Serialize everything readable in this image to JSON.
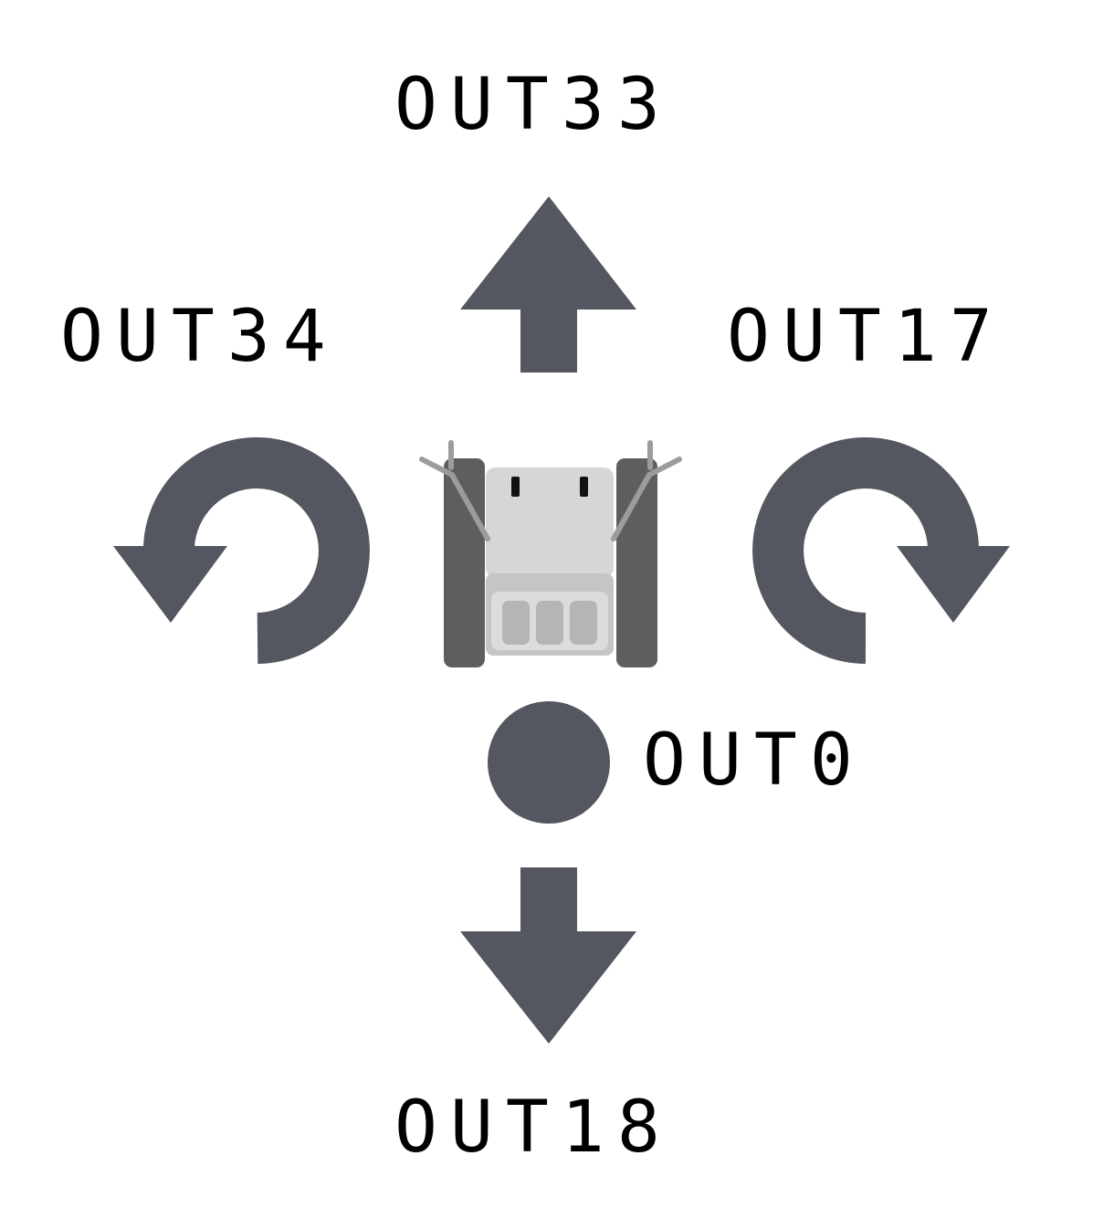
{
  "labels": {
    "forward": "OUT33",
    "turn_left": "OUT34",
    "turn_right": "OUT17",
    "stop": "OUT0",
    "backward": "OUT18"
  },
  "colors": {
    "arrow_fill": "#545760",
    "label_text": "#000000",
    "robot_track": "#5e5e5e",
    "robot_body": "#d6d6d6",
    "robot_battery": "#b5b5b5",
    "robot_antenna": "#9c9c9c"
  },
  "icons": {
    "forward": "arrow-up-icon",
    "backward": "arrow-down-icon",
    "turn_left": "rotate-counterclockwise-icon",
    "turn_right": "rotate-clockwise-icon",
    "stop": "stop-dot-icon",
    "robot": "robot-car-icon"
  }
}
